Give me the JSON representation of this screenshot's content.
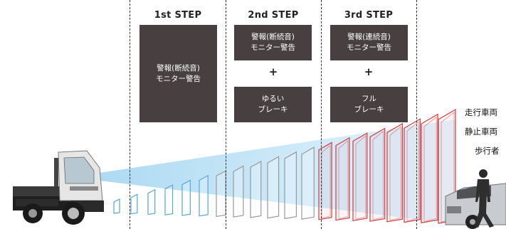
{
  "steps": [
    {
      "title": "1st STEP",
      "box1": [
        "警報(断続音)",
        "モニター警告"
      ],
      "plus": "",
      "box2": []
    },
    {
      "title": "2nd STEP",
      "box1": [
        "警報(断続音)",
        "モニター警告"
      ],
      "plus": "+",
      "box2": [
        "ゆるい",
        "ブレーキ"
      ]
    },
    {
      "title": "3rd STEP",
      "box1": [
        "警報(連続音)",
        "モニター警告"
      ],
      "plus": "+",
      "box2": [
        "フル",
        "ブレーキ"
      ]
    }
  ],
  "targets": [
    "走行車両",
    "静止車両",
    "歩行者"
  ],
  "colors": {
    "box": "#484040",
    "beam": "#bfe3f6",
    "frame_blue": "#55a8d8",
    "frame_gray": "#9a9a9a",
    "frame_red": "#d23c3c"
  },
  "icons": [
    "truck-icon",
    "car-icon",
    "pedestrian-icon"
  ]
}
